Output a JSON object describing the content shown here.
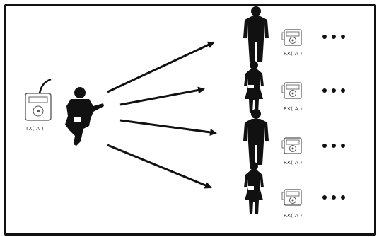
{
  "diagram": {
    "transmitter": {
      "label": "TX( A )",
      "icon": "radio-transmitter-icon"
    },
    "speaker": {
      "icon": "person-speaking-icon"
    },
    "receivers": [
      {
        "label": "RX( A )",
        "icon": "radio-receiver-icon",
        "listener": "man-listener-icon",
        "more": "..."
      },
      {
        "label": "RX( A )",
        "icon": "radio-receiver-icon",
        "listener": "woman-listener-icon",
        "more": "..."
      },
      {
        "label": "RX( A )",
        "icon": "radio-receiver-icon",
        "listener": "man-listener-icon",
        "more": "..."
      },
      {
        "label": "RX( A )",
        "icon": "radio-receiver-icon",
        "listener": "woman-listener-icon",
        "more": "..."
      }
    ],
    "colors": {
      "ink": "#111111",
      "device": "#555555",
      "background": "#ffffff"
    }
  }
}
